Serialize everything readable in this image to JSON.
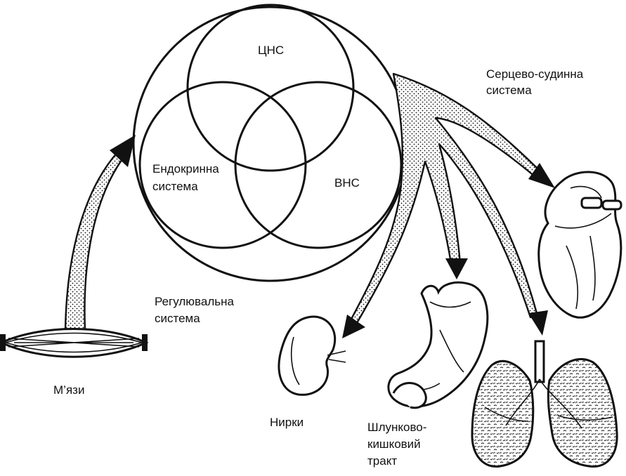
{
  "diagram": {
    "circle_labels": {
      "cns": "ЦНС",
      "endocrine_line1": "Ендокринна",
      "endocrine_line2": "система",
      "ans": "ВНС"
    },
    "regulatory_system": {
      "line1": "Регулювальна",
      "line2": "система"
    },
    "organs": {
      "cardio": {
        "line1": "Серцево-судинна",
        "line2": "система"
      },
      "muscles": "М’язи",
      "kidneys": "Нирки",
      "gi": {
        "line1": "Шлунково-",
        "line2": "кишковий",
        "line3": "тракт"
      }
    }
  }
}
